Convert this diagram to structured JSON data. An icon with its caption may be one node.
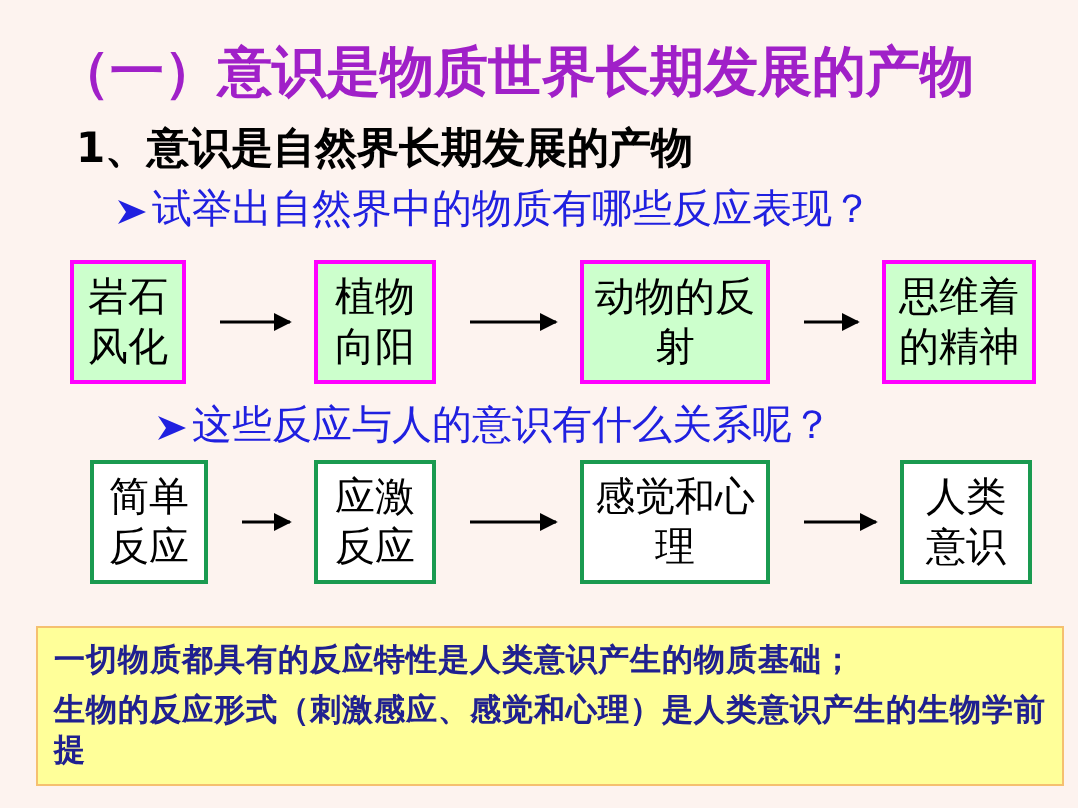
{
  "diagram": {
    "title": "（一）意识是物质世界长期发展的产物",
    "nodes": [
      {
        "text": [
          "岩石风化"
        ]
      },
      {
        "text": [
          "植物向阳"
        ]
      },
      {
        "text": [
          "动物的反射"
        ]
      },
      {
        "text": [
          "思维着的精神"
        ]
      },
      {
        "text": [
          "简单反应"
        ]
      },
      {
        "text": [
          "应激反应"
        ]
      },
      {
        "text": [
          "感觉和心理"
        ]
      },
      {
        "text": [
          "人类意识"
        ]
      }
    ],
    "edges": [
      {
        "from": 0,
        "to": 1,
        "arrow": "to"
      },
      {
        "from": 1,
        "to": 2,
        "arrow": "to"
      },
      {
        "from": 2,
        "to": 3,
        "arrow": "to"
      },
      {
        "from": 4,
        "to": 5,
        "arrow": "to"
      },
      {
        "from": 5,
        "to": 6,
        "arrow": "to"
      },
      {
        "from": 6,
        "to": 7,
        "arrow": "to"
      }
    ],
    "labels": [
      "1、意识是自然界长期发展的产物",
      "试举出自然界中的物质有哪些反应表现？",
      "这些反应与人的意识有什么关系呢？",
      "一切物质都具有的**反应特性**是人类意识产生的**物质基础；**",
      "生物的**反应形式**（刺激感应、感觉和心理）是人类意识产生的**生物学前提**"
    ]
  }
}
